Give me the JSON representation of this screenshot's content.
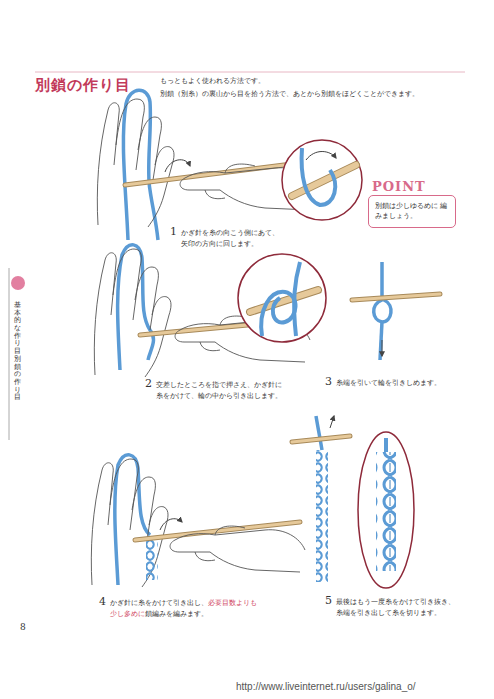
{
  "diagram": {
    "title": "別鎖の作り目",
    "nodes": [
      {
        "text": [
          "POINT",
          "別鎖は少しゆるめに 編みましょう。"
        ]
      }
    ],
    "edges": [],
    "labels": [
      "もっともよく使われる方法です。",
      "別鎖（別糸）の裏山から目を拾う方法で、あとから別鎖をほどくことができます。",
      "1",
      "かぎ針を糸の向こう側にあて、 矢印の方向に回します。",
      "2",
      "交差したところを指で押さえ、かぎ針に 糸をかけて、輪の中から引き出します。",
      "3",
      "糸端を引いて輪を引きしめます。",
      "4",
      "かぎ針に糸をかけて引き出し、",
      "必要目数よりも 少し多めに",
      "鎖編みを編みます。",
      "5",
      "最後はもう一度糸をかけて引き抜き、 糸端を引き出して糸を切ります。",
      "基本的な作り目　別鎖の作り目",
      "8",
      "http://www.liveinternet.ru/users/galina_o/"
    ]
  }
}
